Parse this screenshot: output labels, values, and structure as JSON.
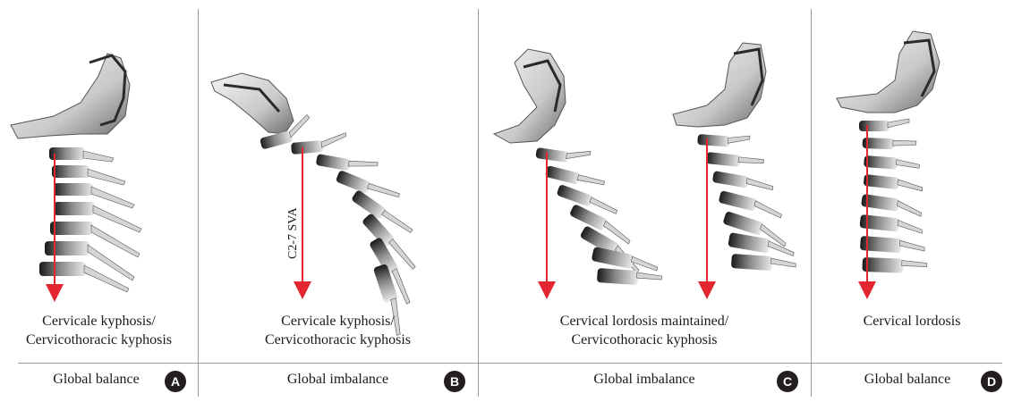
{
  "panels": [
    {
      "letter": "A",
      "caption": [
        "Cervicale kyphosis/",
        "Cervicothoracic kyphosis"
      ],
      "balance": "Global balance"
    },
    {
      "letter": "B",
      "caption": [
        "Cervicale kyphosis/",
        "Cervicothoracic kyphosis"
      ],
      "balance": "Global imbalance",
      "sva_label": "C2-7 SVA"
    },
    {
      "letter": "C",
      "caption": [
        "Cervical lordosis maintained/",
        "Cervicothoracic kyphosis"
      ],
      "balance": "Global imbalance"
    },
    {
      "letter": "D",
      "caption": [
        "Cervical lordosis"
      ],
      "balance": "Global balance"
    }
  ],
  "colors": {
    "plumb_line": "#e3262f",
    "bone_light": "#d9d9d9",
    "bone_dark": "#1f1f1f",
    "badge": "#231f20"
  }
}
